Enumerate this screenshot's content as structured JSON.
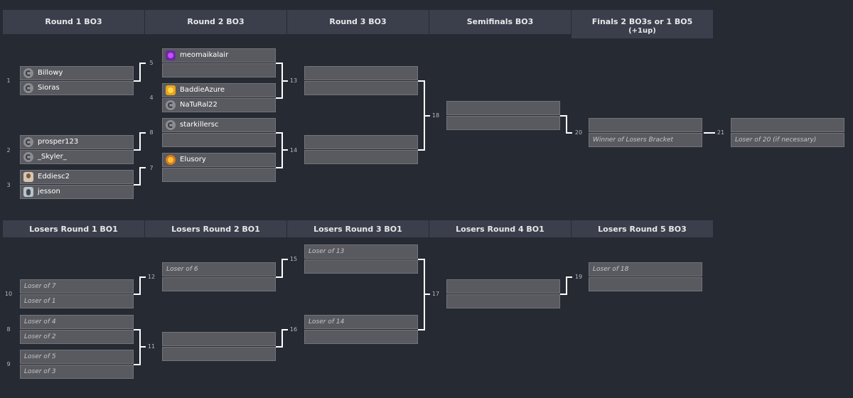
{
  "winners_headers": [
    {
      "title": "Round 1 BO3",
      "sub": ""
    },
    {
      "title": "Round 2 BO3",
      "sub": ""
    },
    {
      "title": "Round 3 BO3",
      "sub": ""
    },
    {
      "title": "Semifinals BO3",
      "sub": ""
    },
    {
      "title": "Finals 2 BO3s or 1 BO5",
      "sub": "(+1up)"
    }
  ],
  "losers_headers": [
    {
      "title": "Losers Round 1 BO1"
    },
    {
      "title": "Losers Round 2 BO1"
    },
    {
      "title": "Losers Round 3 BO1"
    },
    {
      "title": "Losers Round 4 BO1"
    },
    {
      "title": "Losers Round 5 BO3"
    }
  ],
  "matches": {
    "m1": {
      "number": "1",
      "top": {
        "name": "Billowy",
        "icon": "generic-avatar-icon"
      },
      "bottom": {
        "name": "Sioras",
        "icon": "generic-avatar-icon"
      }
    },
    "m2": {
      "number": "2",
      "top": {
        "name": "prosper123",
        "icon": "generic-avatar-icon"
      },
      "bottom": {
        "name": "_Skyler_",
        "icon": "generic-avatar-icon"
      }
    },
    "m3": {
      "number": "3",
      "top": {
        "name": "Eddiesc2",
        "icon": "photo-avatar-icon"
      },
      "bottom": {
        "name": "jesson",
        "icon": "photo-avatar-icon"
      }
    },
    "m5": {
      "number": "5",
      "top": {
        "name": "meomaikalair",
        "icon": "purple-creature-avatar-icon"
      },
      "bottom": {
        "name": ""
      }
    },
    "m4": {
      "number": "4",
      "top": {
        "name": "BaddieAzure",
        "icon": "yellow-face-avatar-icon"
      },
      "bottom": {
        "name": "NaTuRal22",
        "icon": "generic-avatar-icon"
      }
    },
    "m8w": {
      "number": "8",
      "top": {
        "name": "starkillersc",
        "icon": "generic-avatar-icon"
      },
      "bottom": {
        "name": ""
      }
    },
    "m7": {
      "number": "7",
      "top": {
        "name": "Elusory",
        "icon": "orange-face-avatar-icon"
      },
      "bottom": {
        "name": ""
      }
    },
    "m13": {
      "number": "13",
      "top": {
        "name": ""
      },
      "bottom": {
        "name": ""
      }
    },
    "m14": {
      "number": "14",
      "top": {
        "name": ""
      },
      "bottom": {
        "name": ""
      }
    },
    "m18": {
      "number": "18",
      "top": {
        "name": ""
      },
      "bottom": {
        "name": ""
      }
    },
    "m20": {
      "number": "20",
      "top": {
        "name": ""
      },
      "bottom": {
        "placeholder": "Winner of Losers Bracket"
      }
    },
    "m21": {
      "number": "21",
      "top": {
        "name": ""
      },
      "bottom": {
        "placeholder": "Loser of 20 (if necessary)"
      }
    },
    "l10": {
      "number": "10",
      "top": {
        "placeholder": "Loser of 7"
      },
      "bottom": {
        "placeholder": "Loser of 1"
      }
    },
    "l8": {
      "number": "8",
      "top": {
        "placeholder": "Loser of 4"
      },
      "bottom": {
        "placeholder": "Loser of 2"
      }
    },
    "l9": {
      "number": "9",
      "top": {
        "placeholder": "Loser of 5"
      },
      "bottom": {
        "placeholder": "Loser of 3"
      }
    },
    "l12": {
      "number": "12",
      "top": {
        "placeholder": "Loser of 6"
      },
      "bottom": {
        "name": ""
      }
    },
    "l11": {
      "number": "11",
      "top": {
        "name": ""
      },
      "bottom": {
        "name": ""
      }
    },
    "l15": {
      "number": "15",
      "top": {
        "placeholder": "Loser of 13"
      },
      "bottom": {
        "name": ""
      }
    },
    "l16": {
      "number": "16",
      "top": {
        "placeholder": "Loser of 14"
      },
      "bottom": {
        "name": ""
      }
    },
    "l17": {
      "number": "17",
      "top": {
        "name": ""
      },
      "bottom": {
        "name": ""
      }
    },
    "l19": {
      "number": "19",
      "top": {
        "placeholder": "Loser of 18"
      },
      "bottom": {
        "name": ""
      }
    }
  },
  "colors": {
    "background": "#262a33",
    "header": "#3b3f4c",
    "slot": "#595a60",
    "connector": "#ffffff"
  }
}
